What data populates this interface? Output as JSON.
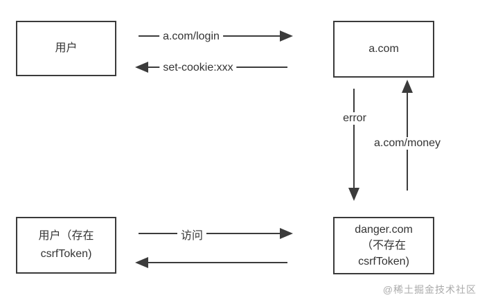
{
  "diagram": {
    "type": "flow-diagram",
    "topic": "CSRF token flow between user, a.com and danger.com",
    "colors": {
      "background": "#ffffff",
      "line": "#3b3b3b",
      "text": "#333333",
      "watermark": "#aaaaaa"
    },
    "boxes": {
      "user_top": {
        "line1": "用户"
      },
      "acom": {
        "line1": "a.com"
      },
      "user_bottom": {
        "line1": "用户（存在",
        "line2": "csrfToken)"
      },
      "danger": {
        "line1": "danger.com",
        "line2": "（不存在",
        "line3": "csrfToken)"
      }
    },
    "labels": {
      "login": "a.com/login",
      "set_cookie": "set-cookie:xxx",
      "error": "error",
      "money": "a.com/money",
      "visit": "访问"
    },
    "watermark": {
      "text": "@稀土掘金技术社区"
    }
  }
}
